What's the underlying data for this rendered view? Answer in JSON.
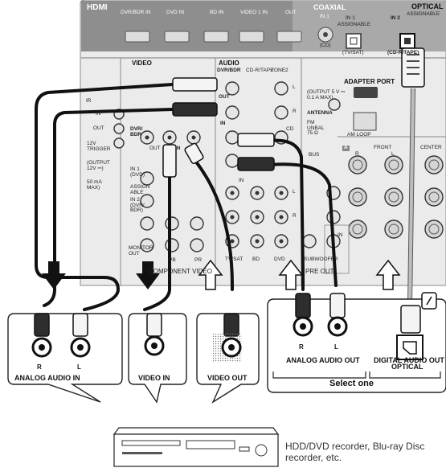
{
  "receiver": {
    "hdmi_label": "HDMI",
    "hdmi_inputs": [
      "DVR/BDR IN",
      "DVD IN",
      "BD IN",
      "VIDEO 1 IN",
      "OUT"
    ],
    "coaxial_label": "COAXIAL",
    "coaxial_in": "IN 1",
    "coaxial_assignable": "ASSIGNABLE",
    "coaxial_cd": "(CD)",
    "optical_label": "OPTICAL",
    "optical_assignable": "ASSIGNABLE",
    "optical_in1": "IN 1",
    "optical_in2": "IN 2",
    "optical_tv_sat": "(TV/SAT)",
    "optical_cd_r": "(CD-R/TAPE)",
    "video_label": "VIDEO",
    "audio_label": "AUDIO",
    "dvr_bdr_label": "DVR/BDR",
    "cd_r_tape_label": "CD-R/TAPE",
    "zone2_label": "ZONE2",
    "ir_label": "IR",
    "in_label": "IN",
    "out_label": "OUT",
    "dvr_bdr_side": "DVR/ BDR",
    "trigger_label": "12V TRIGGER",
    "trigger_output": "(OUTPUT 12V ⎓)",
    "trigger_ma": "50 mA MAX)",
    "assignable_in1": "IN 1 (DVD)",
    "assignable_label": "ASSIGN ABLE",
    "assignable_in2": "IN 2 (DVR/ BDR)",
    "adapter_port": "ADAPTER PORT",
    "adapter_output": "(OUTPUT 5 V ⎓ 0.1 A MAX)",
    "antenna_label": "ANTENNA",
    "fm_unbal": "FM UNBAL 75 Ω",
    "am_loop": "AM LOOP",
    "front_label": "FRONT",
    "center_label": "CENTER",
    "zone_a": "A",
    "r_label": "R",
    "l_label": "L",
    "cd_label": "CD",
    "tv_sat_label": "TV/SAT",
    "bd_label": "BD",
    "dvd_label": "DVD",
    "pr_label": "PR",
    "pb_label": "PB",
    "component_video": "COMPONENT VIDEO",
    "monitor_out": "MONITOR OUT",
    "subwoofer": "SUBWOOFER",
    "pre_out": "PRE OUT",
    "bus_label": "BUS",
    "dvd_in_label": "IN"
  },
  "recorder": {
    "analog_audio_in": "ANALOG AUDIO IN",
    "video_in": "VIDEO IN",
    "video_out": "VIDEO OUT",
    "analog_audio_out": "ANALOG AUDIO OUT",
    "optical": "OPTICAL",
    "digital_audio_out": "DIGITAL AUDIO OUT",
    "select_one": "Select one",
    "r": "R",
    "l": "L",
    "device_description": "HDD/DVD recorder, Blu-ray Disc recorder, etc."
  },
  "colors": {
    "panel": "#e7e7e7",
    "hdmi_band": "#8e8e8e",
    "cable": "#111111",
    "plug_white": "#f4f4f4",
    "plug_black": "#2e2e2e",
    "optical_cable": "#bdbdbd"
  },
  "icons": [
    "arrow-down-black-icon",
    "arrow-up-outline-icon",
    "rca-jack-icon",
    "optical-jack-icon",
    "optical-cap-icon"
  ]
}
